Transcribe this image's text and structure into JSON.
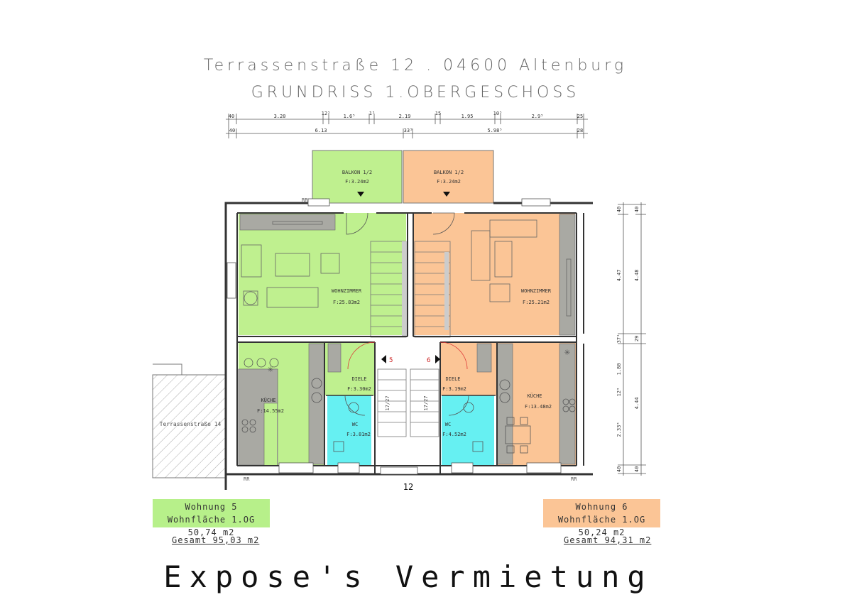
{
  "header": {
    "address": "Terrassenstraße 12 . 04600 Altenburg",
    "floor": "GRUNDRISS 1.OBERGESCHOSS"
  },
  "dimensions": {
    "top_row": [
      "40",
      "3.20",
      "12⁵",
      "1.6⁵",
      "1⁵",
      "2.19",
      "15",
      "1.95",
      "10⁵",
      "2.9⁵",
      "25"
    ],
    "second_row": [
      "40",
      "6.13",
      "33⁵",
      "5.98⁵",
      "28"
    ],
    "right_inner": [
      "40",
      "4.47",
      "37¹",
      "1.80",
      "12⁵",
      "2.33⁵",
      "40"
    ],
    "right_outer": [
      "40",
      "4.48",
      "29",
      "4.44",
      "40"
    ]
  },
  "rooms": {
    "balkon_left": {
      "name": "BALKON 1/2",
      "area": "F:3.24m2"
    },
    "balkon_right": {
      "name": "BALKON 1/2",
      "area": "F:3.24m2"
    },
    "wohnzimmer_left": {
      "name": "WOHNZIMMER",
      "area": "F:25.83m2"
    },
    "wohnzimmer_right": {
      "name": "WOHNZIMMER",
      "area": "F:25.21m2"
    },
    "kueche_left": {
      "name": "KÜCHE",
      "area": "F:14.55m2"
    },
    "kueche_right": {
      "name": "KÜCHE",
      "area": "F:13.48m2"
    },
    "diele_left": {
      "name": "DIELE",
      "area": "F:3.30m2"
    },
    "diele_right": {
      "name": "DIELE",
      "area": "F:3.19m2"
    },
    "wc_left": {
      "name": "WC",
      "area": "F:3.81m2"
    },
    "wc_right": {
      "name": "WC",
      "area": "F:4.52m2"
    }
  },
  "labels": {
    "neighbor": "Terrassenstraße 14",
    "house_number": "12",
    "door_5": "5",
    "door_6": "6",
    "rr": "RR",
    "stairs_up": "17/27"
  },
  "units": {
    "unit5": {
      "title": "Wohnung 5",
      "area_line": "Wohnfläche 1.OG  50,74 m2",
      "total": "Gesamt 95,03 m2",
      "color": "#b7f08a"
    },
    "unit6": {
      "title": "Wohnung 6",
      "area_line": "Wohnfläche 1.OG  50,24 m2",
      "total": "Gesamt 94,31 m2",
      "color": "#fbc596"
    }
  },
  "colors": {
    "green": "#bff08f",
    "orange": "#fbc596",
    "cyan": "#66f0f2",
    "wall": "#3a3a3a",
    "cabinet": "#a9a9a3"
  },
  "footer": {
    "title": "Expose's Vermietung"
  }
}
